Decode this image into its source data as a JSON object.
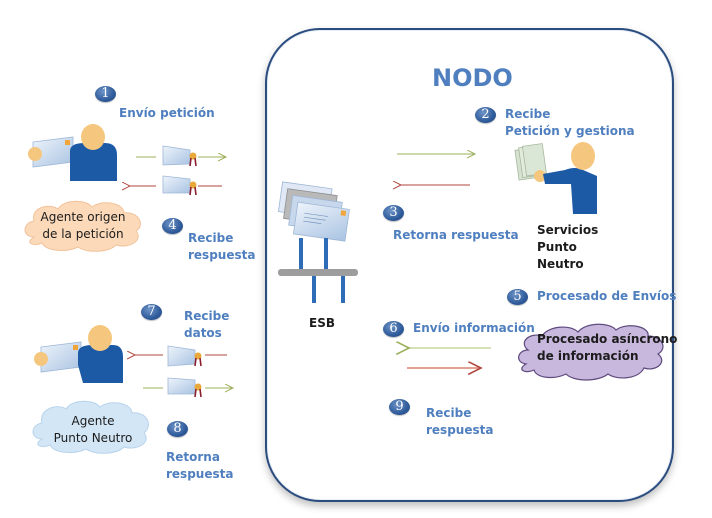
{
  "node": {
    "title": "NODO"
  },
  "steps": [
    {
      "number": "1",
      "label_lines": [
        "Envío  petición"
      ]
    },
    {
      "number": "2",
      "label_lines": [
        "Recibe",
        "Petición y gestiona"
      ]
    },
    {
      "number": "3",
      "label_lines": [
        "Retorna respuesta"
      ]
    },
    {
      "number": "4",
      "label_lines": [
        "Recibe",
        "respuesta"
      ]
    },
    {
      "number": "5",
      "label_lines": [
        "Procesado de Envíos"
      ]
    },
    {
      "number": "6",
      "label_lines": [
        "Envío  información"
      ]
    },
    {
      "number": "7",
      "label_lines": [
        "Recibe",
        "datos"
      ]
    },
    {
      "number": "8",
      "label_lines": [
        "Retorna",
        "respuesta"
      ]
    },
    {
      "number": "9",
      "label_lines": [
        "Recibe",
        "respuesta"
      ]
    }
  ],
  "actors": {
    "origin_agent": {
      "lines": [
        "Agente origen",
        "de la petición"
      ]
    },
    "neutral_point_agent": {
      "lines": [
        "Agente",
        "Punto Neutro"
      ]
    },
    "services": {
      "lines": [
        "Servicios",
        "Punto",
        "Neutro"
      ]
    },
    "esb": {
      "label": "ESB"
    },
    "async_processing": {
      "lines": [
        "Procesado  asíncrono",
        "de información"
      ]
    }
  },
  "colors": {
    "step_text": "#4f7fbf",
    "badge": "#2f5b9a",
    "node_border": "#2b4c7e",
    "arrow_green": "#9bb05a",
    "arrow_red": "#b0473f",
    "cloud_orange": "#fbd9b9",
    "cloud_blue": "#d3e6f6",
    "cloud_purple": "#c9b8dd",
    "person_shirt": "#1d5aa6",
    "person_head": "#f5c77e"
  }
}
